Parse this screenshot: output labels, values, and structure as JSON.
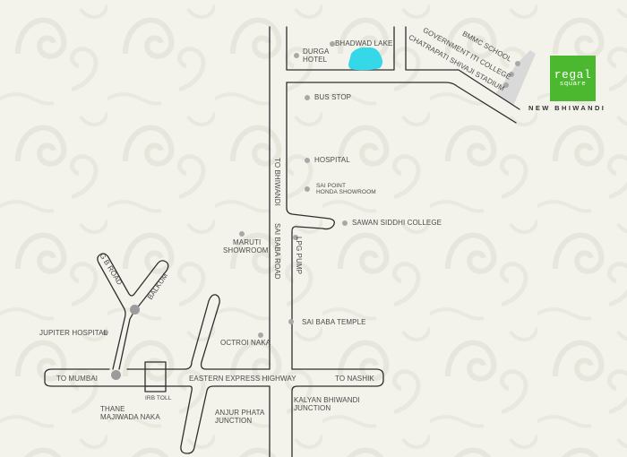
{
  "map": {
    "brand": {
      "logo_line1": "regal",
      "logo_line2": "square",
      "tagline": "NEW BHIWANDI",
      "logo_color": "#4cb82f"
    },
    "colors": {
      "background": "#f3f3ec",
      "road_outline": "#2e2e2e",
      "lake": "#34d8e8",
      "marker": "#a8a8a8",
      "site_highlight": "#d8d8d8"
    },
    "roads": {
      "highway": "EASTERN EXPRESS HIGHWAY",
      "to_mumbai": "TO MUMBAI",
      "to_nashik": "TO NASHIK",
      "to_bhiwandi": "TO BHIWANDI",
      "sai_baba_road": "SAI BABA ROAD",
      "gb_road": "G B ROAD",
      "balkum": "BALKUM"
    },
    "landmarks": {
      "bhadwad_lake": "BHADWAD LAKE",
      "durga_hotel_1": "DURGA",
      "durga_hotel_2": "HOTEL",
      "bus_stop": "BUS STOP",
      "bmmc_school": "BMMC SCHOOL",
      "govt_iti": "GOVERNMENT ITI COLLEGE",
      "stadium": "CHATRAPATI SHIVAJI STADIUM",
      "hospital": "HOSPITAL",
      "sai_point_1": "SAI POINT",
      "sai_point_2": "HONDA SHOWROOM",
      "sawan_siddhi": "SAWAN SIDDHI COLLEGE",
      "maruti_1": "MARUTI",
      "maruti_2": "SHOWROOM",
      "lpg_pump": "LPG PUMP",
      "sai_baba_temple": "SAI BABA TEMPLE",
      "octroi_naka": "OCTROI NAKA",
      "jupiter_hospital": "JUPITER HOSPITAL",
      "irb_toll": "IRB TOLL",
      "thane_1": "THANE",
      "thane_2": "MAJIWADA NAKA",
      "anjur_1": "ANJUR PHATA",
      "anjur_2": "JUNCTION",
      "kalyan_1": "KALYAN BHIWANDI",
      "kalyan_2": "JUNCTION"
    }
  }
}
